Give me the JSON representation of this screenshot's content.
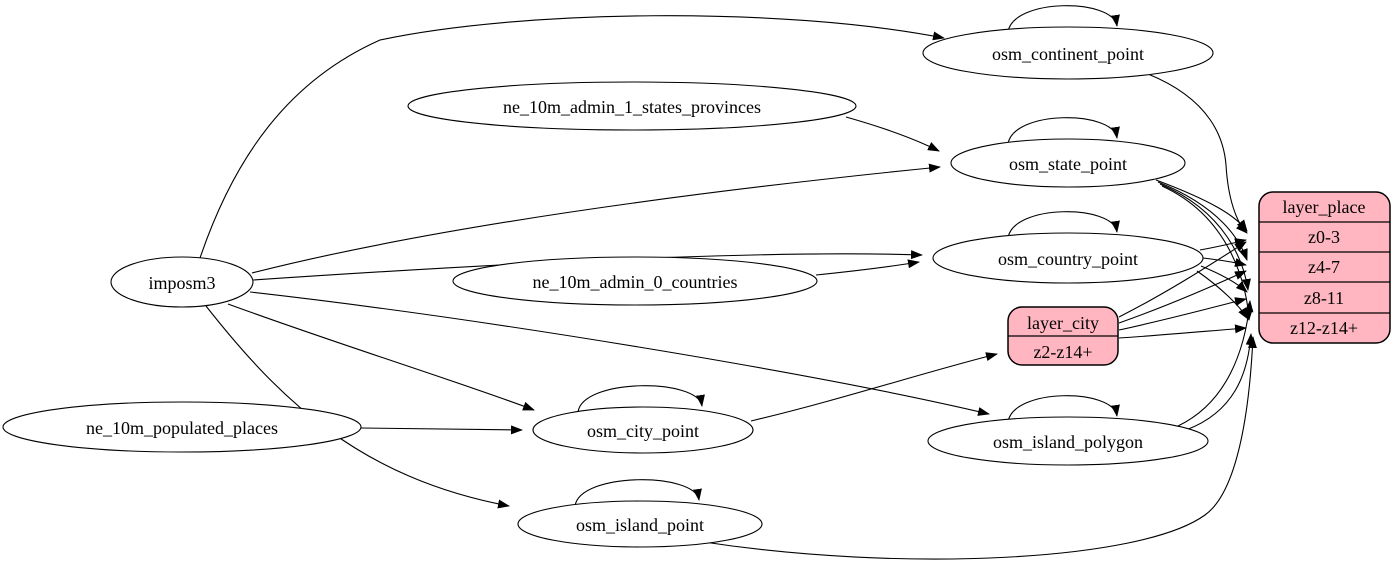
{
  "diagram": {
    "type": "etl-graph",
    "colors": {
      "background": "#ffffff",
      "node_fill": "#ffffff",
      "record_fill": "#ffb6c1",
      "stroke": "#000000"
    },
    "nodes": {
      "imposm3": {
        "label": "imposm3"
      },
      "ne_10m_admin_1_states_provinces": {
        "label": "ne_10m_admin_1_states_provinces"
      },
      "ne_10m_admin_0_countries": {
        "label": "ne_10m_admin_0_countries"
      },
      "ne_10m_populated_places": {
        "label": "ne_10m_populated_places"
      },
      "osm_continent_point": {
        "label": "osm_continent_point"
      },
      "osm_state_point": {
        "label": "osm_state_point"
      },
      "osm_country_point": {
        "label": "osm_country_point"
      },
      "osm_city_point": {
        "label": "osm_city_point"
      },
      "osm_island_polygon": {
        "label": "osm_island_polygon"
      },
      "osm_island_point": {
        "label": "osm_island_point"
      }
    },
    "records": {
      "layer_place": {
        "title": "layer_place",
        "rows": [
          "z0-3",
          "z4-7",
          "z8-11",
          "z12-z14+"
        ]
      },
      "layer_city": {
        "title": "layer_city",
        "rows": [
          "z2-z14+"
        ]
      }
    },
    "edges": [
      {
        "from": "imposm3",
        "to": "osm_continent_point"
      },
      {
        "from": "imposm3",
        "to": "osm_state_point"
      },
      {
        "from": "imposm3",
        "to": "osm_country_point"
      },
      {
        "from": "imposm3",
        "to": "osm_city_point"
      },
      {
        "from": "imposm3",
        "to": "osm_island_polygon"
      },
      {
        "from": "imposm3",
        "to": "osm_island_point"
      },
      {
        "from": "ne_10m_admin_1_states_provinces",
        "to": "osm_state_point"
      },
      {
        "from": "ne_10m_admin_0_countries",
        "to": "osm_country_point"
      },
      {
        "from": "ne_10m_populated_places",
        "to": "osm_city_point"
      },
      {
        "from": "osm_continent_point",
        "to": "osm_continent_point"
      },
      {
        "from": "osm_state_point",
        "to": "osm_state_point"
      },
      {
        "from": "osm_country_point",
        "to": "osm_country_point"
      },
      {
        "from": "osm_city_point",
        "to": "osm_city_point"
      },
      {
        "from": "osm_island_polygon",
        "to": "osm_island_polygon"
      },
      {
        "from": "osm_island_point",
        "to": "osm_island_point"
      },
      {
        "from": "osm_continent_point",
        "to": "layer_place",
        "to_row": "z0-3"
      },
      {
        "from": "osm_state_point",
        "to": "layer_place",
        "to_row": "z0-3"
      },
      {
        "from": "osm_state_point",
        "to": "layer_place",
        "to_row": "z4-7"
      },
      {
        "from": "osm_state_point",
        "to": "layer_place",
        "to_row": "z8-11"
      },
      {
        "from": "osm_state_point",
        "to": "layer_place",
        "to_row": "z12-z14+"
      },
      {
        "from": "osm_country_point",
        "to": "layer_place",
        "to_row": "z0-3"
      },
      {
        "from": "osm_country_point",
        "to": "layer_place",
        "to_row": "z4-7"
      },
      {
        "from": "osm_country_point",
        "to": "layer_place",
        "to_row": "z8-11"
      },
      {
        "from": "osm_country_point",
        "to": "layer_place",
        "to_row": "z12-z14+"
      },
      {
        "from": "osm_city_point",
        "to": "layer_city",
        "to_row": "z2-z14+"
      },
      {
        "from": "layer_city",
        "to": "layer_place",
        "to_row": "z0-3"
      },
      {
        "from": "layer_city",
        "to": "layer_place",
        "to_row": "z4-7"
      },
      {
        "from": "layer_city",
        "to": "layer_place",
        "to_row": "z8-11"
      },
      {
        "from": "layer_city",
        "to": "layer_place",
        "to_row": "z12-z14+"
      },
      {
        "from": "osm_island_polygon",
        "to": "layer_place",
        "to_row": "z8-11"
      },
      {
        "from": "osm_island_polygon",
        "to": "layer_place",
        "to_row": "z12-z14+"
      },
      {
        "from": "osm_island_point",
        "to": "layer_place",
        "to_row": "z12-z14+"
      }
    ]
  }
}
